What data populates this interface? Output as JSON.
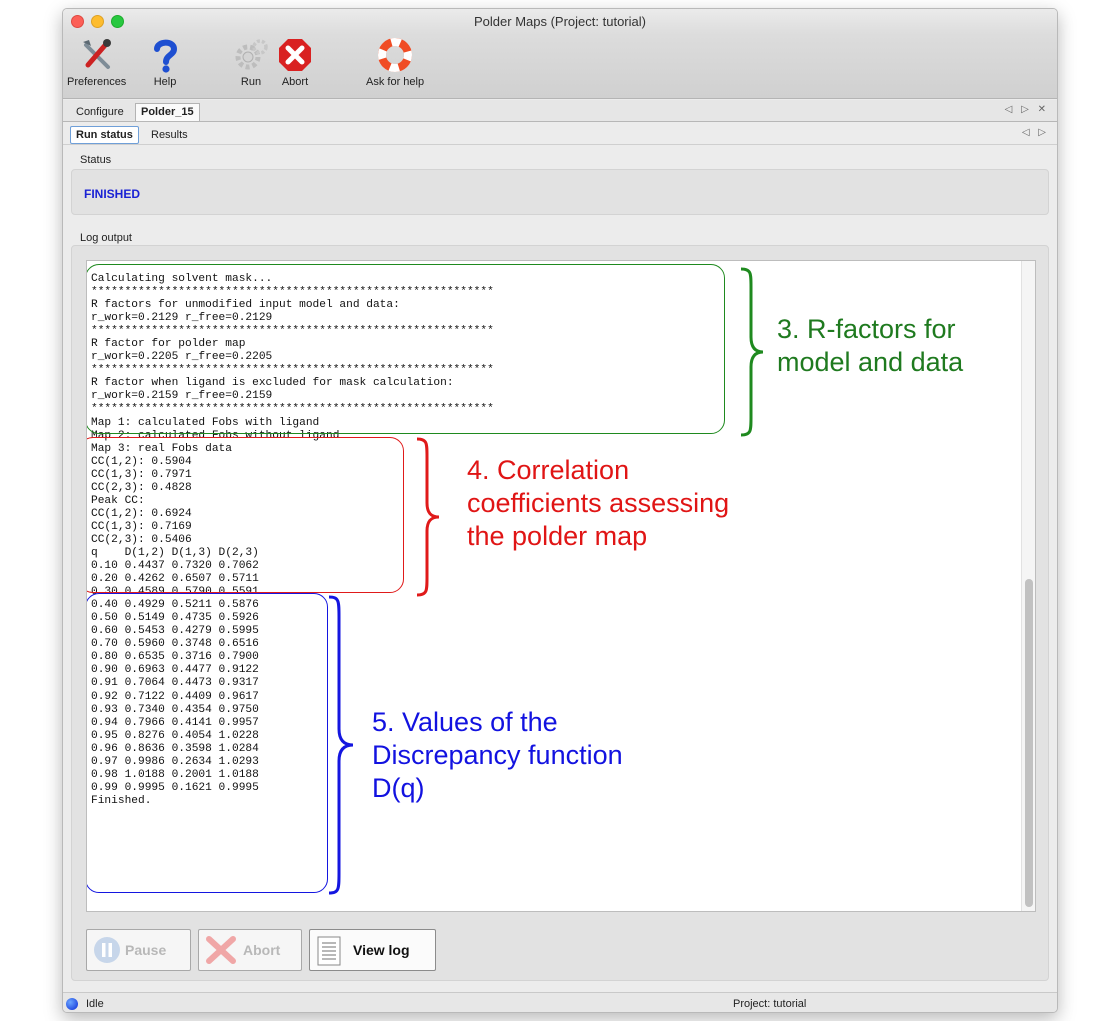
{
  "window": {
    "title": "Polder Maps (Project: tutorial)"
  },
  "toolbar": {
    "preferences_label": "Preferences",
    "help_label": "Help",
    "run_label": "Run",
    "abort_label": "Abort",
    "ask_label": "Ask for help"
  },
  "tabs": [
    {
      "label": "Configure"
    },
    {
      "label": "Polder_15"
    }
  ],
  "subtabs": [
    {
      "label": "Run status"
    },
    {
      "label": "Results"
    }
  ],
  "tab_nav": "◁ ▷ ✕",
  "subtab_nav": "◁ ▷",
  "status": {
    "heading": "Status",
    "value": "FINISHED"
  },
  "log": {
    "heading": "Log output",
    "lines": [
      "Calculating solvent mask...",
      "************************************************************",
      "R factors for unmodified input model and data:",
      "r_work=0.2129 r_free=0.2129",
      "************************************************************",
      "R factor for polder map",
      "r_work=0.2205 r_free=0.2205",
      "************************************************************",
      "R factor when ligand is excluded for mask calculation:",
      "r_work=0.2159 r_free=0.2159",
      "************************************************************",
      "Map 1: calculated Fobs with ligand",
      "Map 2: calculated Fobs without ligand",
      "Map 3: real Fobs data",
      "CC(1,2): 0.5904",
      "CC(1,3): 0.7971",
      "CC(2,3): 0.4828",
      "Peak CC:",
      "CC(1,2): 0.6924",
      "CC(1,3): 0.7169",
      "CC(2,3): 0.5406",
      "q    D(1,2) D(1,3) D(2,3)",
      "0.10 0.4437 0.7320 0.7062",
      "0.20 0.4262 0.6507 0.5711",
      "0.30 0.4589 0.5790 0.5591",
      "0.40 0.4929 0.5211 0.5876",
      "0.50 0.5149 0.4735 0.5926",
      "0.60 0.5453 0.4279 0.5995",
      "0.70 0.5960 0.3748 0.6516",
      "0.80 0.6535 0.3716 0.7900",
      "0.90 0.6963 0.4477 0.9122",
      "0.91 0.7064 0.4473 0.9317",
      "0.92 0.7122 0.4409 0.9617",
      "0.93 0.7340 0.4354 0.9750",
      "0.94 0.7966 0.4141 0.9957",
      "0.95 0.8276 0.4054 1.0228",
      "0.96 0.8636 0.3598 1.0284",
      "0.97 0.9986 0.2634 1.0293",
      "0.98 1.0188 0.2001 1.0188",
      "0.99 0.9995 0.1621 0.9995",
      "Finished."
    ]
  },
  "annotations": {
    "rfactors": [
      "3. R-factors for",
      "model and data"
    ],
    "correlation": [
      "4. Correlation",
      "coefficients assessing",
      "the polder map"
    ],
    "discrepancy": [
      "5. Values of the",
      "Discrepancy function",
      "D(q)"
    ]
  },
  "buttons": {
    "pause_label": "Pause",
    "abort_label": "Abort",
    "view_log_label": "View log"
  },
  "statusbar": {
    "left": "Idle",
    "right": "Project: tutorial"
  },
  "colors": {
    "annotation_green": "#1f8a1f",
    "annotation_red": "#e01a1a",
    "annotation_blue": "#1416e0",
    "status_text": "#1a22d4"
  }
}
